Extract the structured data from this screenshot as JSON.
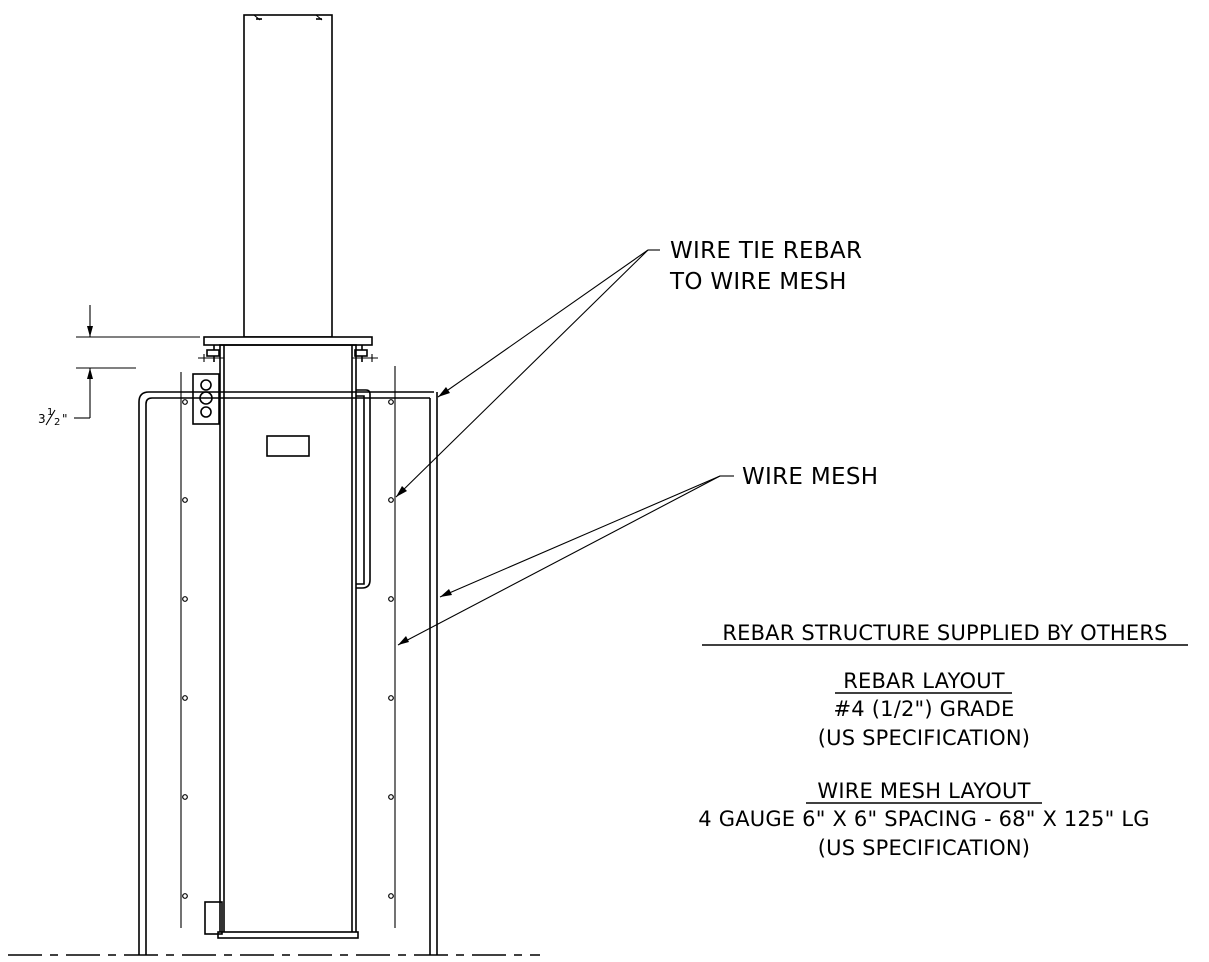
{
  "callouts": {
    "wire_tie": [
      "WIRE TIE REBAR",
      "TO WIRE MESH"
    ],
    "wire_mesh": "WIRE MESH"
  },
  "dimension": {
    "value": "3",
    "fraction_num": "1",
    "fraction_den": "2",
    "unit": "\""
  },
  "notes": {
    "rebar_structure": "REBAR STRUCTURE SUPPLIED BY OTHERS",
    "rebar_layout_title": "REBAR LAYOUT",
    "rebar_layout_lines": [
      "#4 (1/2\") GRADE",
      "(US SPECIFICATION)"
    ],
    "wire_mesh_layout_title": "WIRE MESH LAYOUT",
    "wire_mesh_layout_lines": [
      "4 GAUGE 6\" X 6\" SPACING - 68\" X 125\" LG",
      "(US SPECIFICATION)"
    ]
  }
}
